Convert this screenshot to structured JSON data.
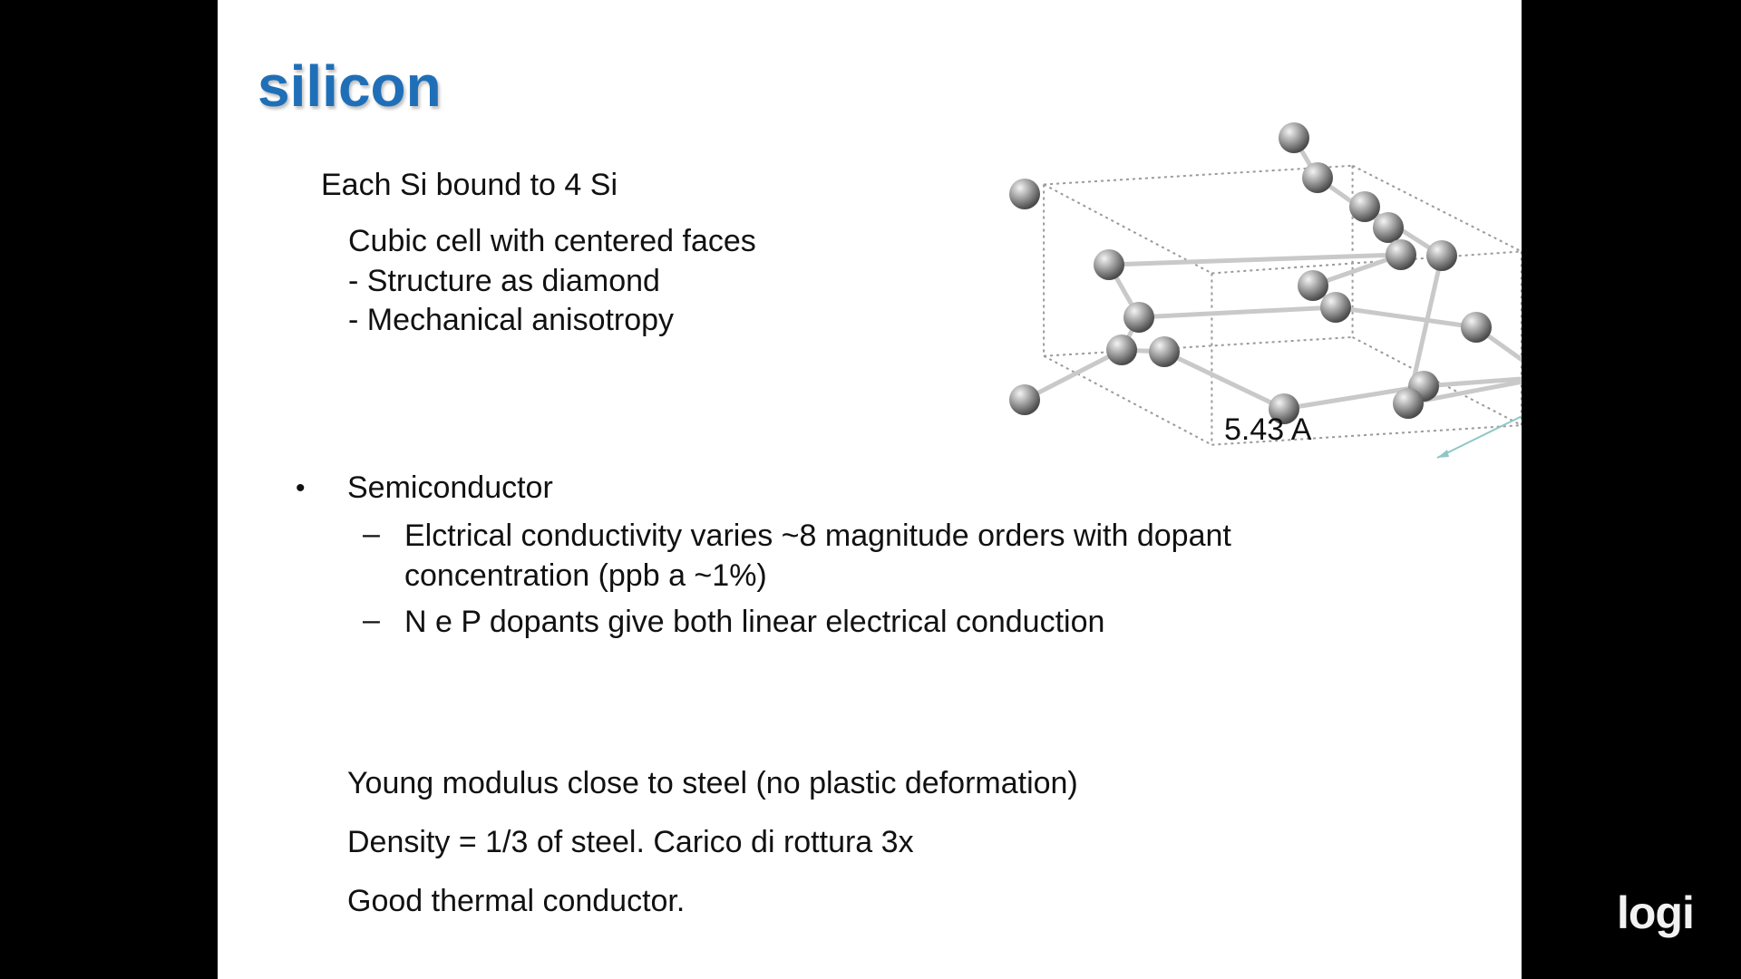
{
  "slide": {
    "title": "silicon",
    "intro": "Each Si bound to 4 Si",
    "structure_lines": [
      "Cubic cell with centered faces",
      "- Structure as diamond",
      "- Mechanical anisotropy"
    ],
    "lattice_constant_label": "5.43 A",
    "bullet_symbol": "•",
    "bullet_heading": "Semiconductor",
    "dash_symbol": "–",
    "sub_bullets": [
      {
        "line1": "Elctrical conductivity varies ~8 magnitude orders with dopant",
        "line2": "concentration  (ppb a ~1%)"
      },
      {
        "line1": "N e P dopants give both linear electrical conduction"
      }
    ],
    "properties": [
      "Young modulus close to steel (no plastic deformation)",
      "Density = 1/3 of steel. Carico di rottura 3x",
      "Good thermal  conductor."
    ]
  },
  "overlay": {
    "logo_text": "logi"
  },
  "colors": {
    "title": "#1f6fb8",
    "background": "#000000",
    "slide": "#ffffff"
  }
}
